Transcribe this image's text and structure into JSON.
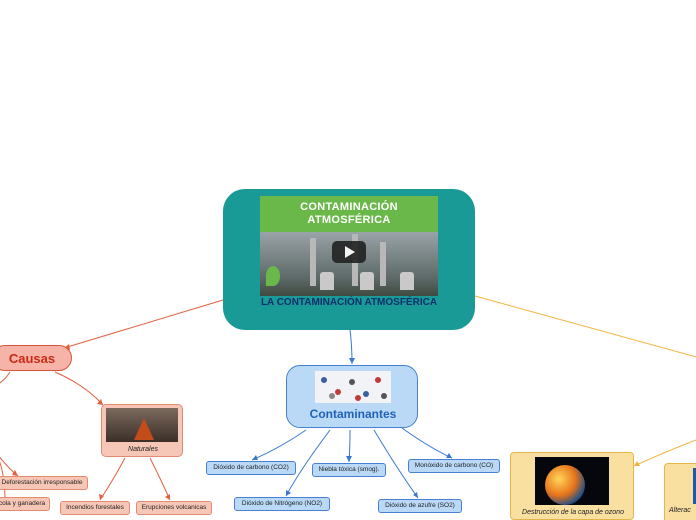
{
  "main": {
    "video_title": "CONTAMINACIÓN ATMOSFÉRICA",
    "title": "LA CONTAMINACIÓN ATMOSFÉRICA"
  },
  "causas": {
    "label": "Causas"
  },
  "naturales": {
    "label": "Naturales"
  },
  "contaminantes": {
    "label": "Contaminantes"
  },
  "pills": {
    "deforestacion": "Deforestación irresponsable",
    "agricola": "cola y ganadera",
    "incendios": "Incendios forestales",
    "erupciones": "Erupciones volcanicas",
    "co2": "Dióxido de carbono (CO2)",
    "niebla": "Niebla tóxica (smog).",
    "co": "Monóxido de carbono (CO)",
    "no2": "Dióxido de Nitrógeno (NO2)",
    "so2": "Dióxido de azufre (SO2)"
  },
  "efectos": {
    "ozono": "Destrucción de la capa de ozono",
    "alteracion": "Alterac"
  },
  "colors": {
    "main": "#1a9a96",
    "causas_line": "#e0603f",
    "contaminantes_line": "#3a78d0",
    "efectos_line": "#f0b43a"
  }
}
